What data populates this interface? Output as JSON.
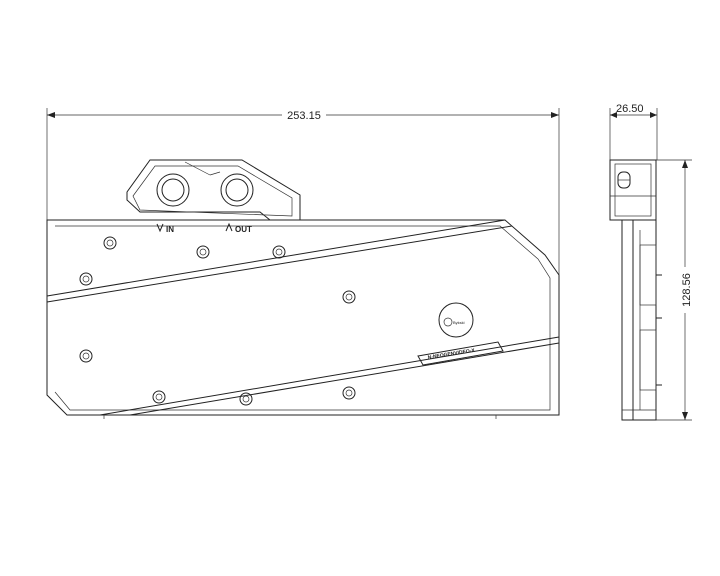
{
  "dimensions": {
    "width_label": "253.15",
    "depth_label": "26.50",
    "height_label": "128.56"
  },
  "ports": {
    "inlet_label": "IN",
    "outlet_label": "OUT"
  },
  "badge": {
    "model_text": "N-NEOGENVIDEO-X",
    "logo_text": "Bykski"
  },
  "colors": {
    "line": "#222222",
    "background": "#ffffff"
  }
}
